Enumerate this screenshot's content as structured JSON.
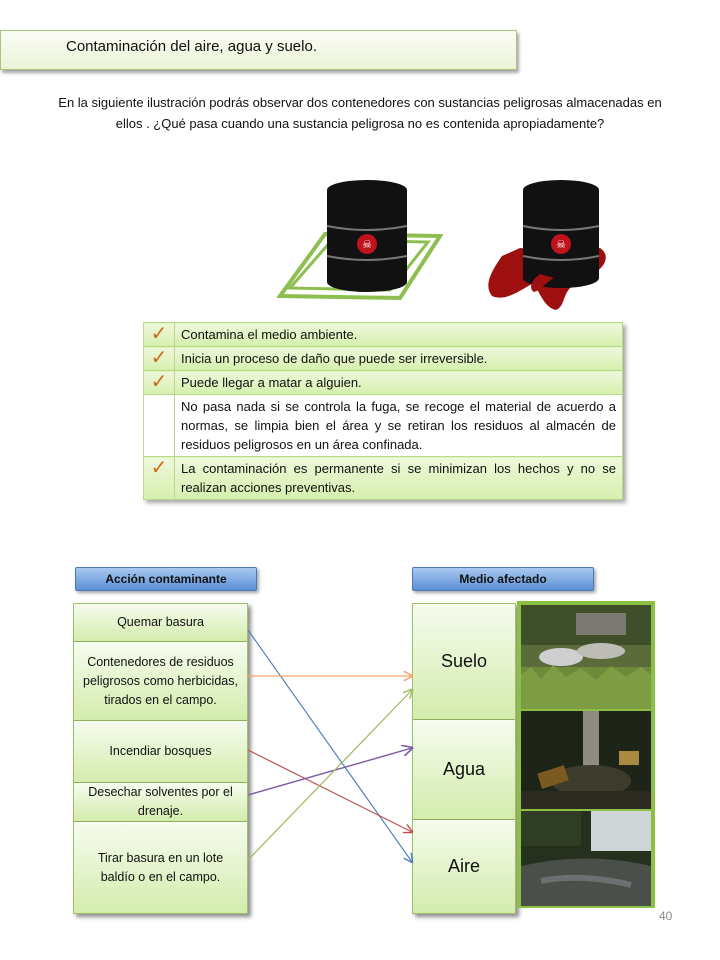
{
  "title": "Contaminación del aire, agua y suelo.",
  "intro": "En la siguiente ilustración podrás observar dos contenedores con sustancias peligrosas almacenadas en ellos . ¿Qué pasa cuando una sustancia peligrosa no es contenida apropiadamente?",
  "checklist": [
    {
      "checked": true,
      "text": "Contamina el medio ambiente."
    },
    {
      "checked": true,
      "text": "Inicia un proceso de daño que puede ser irreversible."
    },
    {
      "checked": true,
      "text": "Puede llegar a matar a alguien."
    },
    {
      "checked": false,
      "text": "No pasa nada si se controla la fuga, se recoge el material de acuerdo a normas, se limpia bien el área y se retiran los residuos al almacén de residuos peligrosos en un área confinada."
    },
    {
      "checked": true,
      "text": "La contaminación es permanente si se minimizan los hechos y no se realizan acciones preventivas."
    }
  ],
  "check_glyph": "✓",
  "matching": {
    "left_header": "Acción contaminante",
    "right_header": "Medio afectado",
    "actions": [
      "Quemar basura",
      "Contenedores de residuos peligrosos como herbicidas, tirados en el campo.",
      "Incendiar bosques",
      "Desechar solventes por el drenaje.",
      "Tirar basura en un lote baldío o en el  campo."
    ],
    "media": [
      "Suelo",
      "Agua",
      "Aire"
    ],
    "photos": [
      "soil-photo",
      "water-photo",
      "air-photo"
    ]
  },
  "page_number": "40",
  "colors": {
    "accent_green": "#d6efad",
    "header_blue": "#5b8fd6",
    "check_orange": "#d06a1a",
    "barrel_black": "#111111",
    "spill_red": "#9e0f0f"
  }
}
